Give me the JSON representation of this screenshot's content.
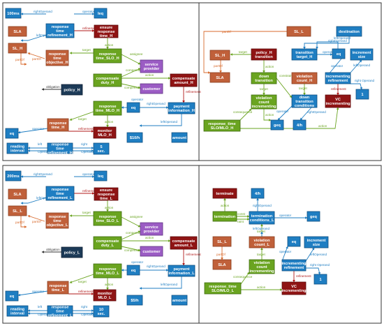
{
  "colors": {
    "brown": "#c0603a",
    "brown_stroke": "#8a3d1f",
    "darkred": "#8f1414",
    "darkred_stroke": "#5c0808",
    "green": "#6aa420",
    "green_stroke": "#3f6b10",
    "blue": "#1f7ec2",
    "blue_stroke": "#0f4f80",
    "purple": "#9b5cc4",
    "purple_stroke": "#5f3283",
    "navy": "#1c3a57",
    "navy_stroke": "#0c1f33",
    "text_light": "#ffffff",
    "orange_edge": "#d86a2c",
    "red_edge": "#b01818",
    "green_edge": "#6aa420",
    "blue_edge": "#1f7ec2",
    "dark_edge": "#333333"
  },
  "panels": [
    {
      "id": "top-left",
      "nodes": [
        {
          "id": "n100ms",
          "lines": [
            "100ms"
          ],
          "color": "blue"
        },
        {
          "id": "leq",
          "lines": [
            "leq"
          ],
          "color": "blue"
        },
        {
          "id": "rt_ref_h",
          "lines": [
            "response",
            "time",
            "refinement_H"
          ],
          "color": "blue"
        },
        {
          "id": "ensure_h",
          "lines": [
            "ensure",
            "response",
            "time_H"
          ],
          "color": "darkred"
        },
        {
          "id": "sla",
          "lines": [
            "SLA"
          ],
          "color": "brown"
        },
        {
          "id": "slh",
          "lines": [
            "SL_H"
          ],
          "color": "brown"
        },
        {
          "id": "rto_h",
          "lines": [
            "response",
            "time",
            "objective_H"
          ],
          "color": "brown"
        },
        {
          "id": "rt_slo_h",
          "lines": [
            "response",
            "time_SLO_H"
          ],
          "color": "green"
        },
        {
          "id": "sp",
          "lines": [
            "service",
            "provider"
          ],
          "color": "purple"
        },
        {
          "id": "cd_h",
          "lines": [
            "compensate",
            "duty_H"
          ],
          "color": "green"
        },
        {
          "id": "ca_h",
          "lines": [
            "compensate",
            "amount_H"
          ],
          "color": "darkred"
        },
        {
          "id": "policy_h",
          "lines": [
            "policy_H"
          ],
          "color": "navy"
        },
        {
          "id": "customer",
          "lines": [
            "customer"
          ],
          "color": "purple"
        },
        {
          "id": "rt_mlo_h",
          "lines": [
            "response",
            "time_MLO_H"
          ],
          "color": "green"
        },
        {
          "id": "eq",
          "lines": [
            "eq"
          ],
          "color": "blue"
        },
        {
          "id": "pay_h",
          "lines": [
            "payment",
            "information_H"
          ],
          "color": "blue"
        },
        {
          "id": "rt_h",
          "lines": [
            "response",
            "time_H"
          ],
          "color": "brown"
        },
        {
          "id": "mon_h",
          "lines": [
            "monitor",
            "MLO_H"
          ],
          "color": "darkred"
        },
        {
          "id": "eq2",
          "lines": [
            "eq"
          ],
          "color": "blue"
        },
        {
          "id": "reading",
          "lines": [
            "reading",
            "interval"
          ],
          "color": "blue"
        },
        {
          "id": "rt_ref2_h",
          "lines": [
            "response",
            "time",
            "refinement_H"
          ],
          "color": "blue"
        },
        {
          "id": "sec5",
          "lines": [
            "5",
            "sec."
          ],
          "color": "blue"
        },
        {
          "id": "n10h",
          "lines": [
            "$10/h"
          ],
          "color": "blue"
        },
        {
          "id": "amount",
          "lines": [
            "amount"
          ],
          "color": "blue"
        }
      ],
      "edges": [
        {
          "label": "rightOperand",
          "color": "blue_edge"
        },
        {
          "label": "operator",
          "color": "blue_edge"
        },
        {
          "label": "refinement",
          "color": "red_edge"
        },
        {
          "label": "leftOperand",
          "color": "blue_edge"
        },
        {
          "label": "action",
          "color": "green_edge"
        },
        {
          "label": "target",
          "color": "green_edge"
        },
        {
          "label": "assignee",
          "color": "green_edge"
        },
        {
          "label": "partOf",
          "color": "orange_edge"
        },
        {
          "label": "partOf",
          "color": "orange_edge"
        },
        {
          "label": "compensatingParty",
          "color": "green_edge"
        },
        {
          "label": "action",
          "color": "green_edge"
        },
        {
          "label": "compensatingParty",
          "color": "green_edge"
        },
        {
          "label": "obligation",
          "color": "dark_edge"
        },
        {
          "label": "refinement",
          "color": "red_edge"
        },
        {
          "label": "target",
          "color": "green_edge"
        },
        {
          "label": "action",
          "color": "green_edge"
        },
        {
          "label": "operator",
          "color": "blue_edge"
        },
        {
          "label": "rightOperand",
          "color": "blue_edge"
        },
        {
          "label": "leftOperand",
          "color": "blue_edge"
        },
        {
          "label": "operator",
          "color": "blue_edge"
        },
        {
          "label": "refinement",
          "color": "red_edge"
        },
        {
          "label": "left",
          "color": "blue_edge"
        },
        {
          "label": "Operand",
          "color": "blue_edge"
        },
        {
          "label": "right",
          "color": "blue_edge"
        },
        {
          "label": "Operand",
          "color": "blue_edge"
        }
      ]
    },
    {
      "id": "top-right",
      "nodes": [
        {
          "id": "sl_l",
          "lines": [
            "SL_L"
          ],
          "color": "brown"
        },
        {
          "id": "destination",
          "lines": [
            "destination"
          ],
          "color": "blue"
        },
        {
          "id": "sl_h",
          "lines": [
            "SL_H"
          ],
          "color": "brown"
        },
        {
          "id": "pol_trans",
          "lines": [
            "policy_H",
            "transition"
          ],
          "color": "darkred"
        },
        {
          "id": "trans_target",
          "lines": [
            "transition",
            "target_H"
          ],
          "color": "blue"
        },
        {
          "id": "eq",
          "lines": [
            "eq"
          ],
          "color": "blue"
        },
        {
          "id": "inc_size",
          "lines": [
            "increment",
            "size"
          ],
          "color": "blue"
        },
        {
          "id": "sla",
          "lines": [
            "SLA"
          ],
          "color": "brown"
        },
        {
          "id": "down_trans",
          "lines": [
            "down",
            "transition"
          ],
          "color": "green"
        },
        {
          "id": "viol_count",
          "lines": [
            "violation",
            "count_H"
          ],
          "color": "brown"
        },
        {
          "id": "inc_ref",
          "lines": [
            "incrementing",
            "refinement"
          ],
          "color": "blue"
        },
        {
          "id": "one",
          "lines": [
            "1"
          ],
          "color": "blue"
        },
        {
          "id": "viol_inc",
          "lines": [
            "violation",
            "count",
            "incrementing"
          ],
          "color": "green"
        },
        {
          "id": "down_cond",
          "lines": [
            "down",
            "transition",
            "conditions"
          ],
          "color": "blue"
        },
        {
          "id": "vc_inc",
          "lines": [
            "VC",
            "incrementing"
          ],
          "color": "darkred"
        },
        {
          "id": "rt_slo_mlo_h",
          "lines": [
            "response_time",
            "SLO/MLO_H"
          ],
          "color": "green"
        },
        {
          "id": "geq",
          "lines": [
            "geq"
          ],
          "color": "blue"
        },
        {
          "id": "fourh",
          "lines": [
            "4/h"
          ],
          "color": "blue"
        }
      ],
      "edges": [
        {
          "label": "partOf",
          "color": "orange_edge"
        },
        {
          "label": "rightOperand",
          "color": "blue_edge"
        },
        {
          "label": "leftOperand",
          "color": "blue_edge"
        },
        {
          "label": "target",
          "color": "green_edge"
        },
        {
          "label": "operator",
          "color": "blue_edge"
        },
        {
          "label": "partOf",
          "color": "orange_edge"
        },
        {
          "label": "action",
          "color": "green_edge"
        },
        {
          "label": "target",
          "color": "green_edge"
        },
        {
          "label": "constraint",
          "color": "green_edge"
        },
        {
          "label": "operator",
          "color": "blue_edge"
        },
        {
          "label": "leftOperand",
          "color": "blue_edge"
        },
        {
          "label": "refinement",
          "color": "red_edge"
        },
        {
          "label": "right Operand",
          "color": "blue_edge"
        },
        {
          "label": "target",
          "color": "green_edge"
        },
        {
          "label": "consequence",
          "color": "green_edge"
        },
        {
          "label": "action",
          "color": "green_edge"
        },
        {
          "label": "operator",
          "color": "blue_edge"
        },
        {
          "label": "rightOperand",
          "color": "blue_edge"
        },
        {
          "label": "action",
          "color": "green_edge"
        }
      ]
    },
    {
      "id": "bottom-left",
      "nodes": [
        {
          "id": "n200ms",
          "lines": [
            "200ms"
          ],
          "color": "blue"
        },
        {
          "id": "leq",
          "lines": [
            "leq"
          ],
          "color": "blue"
        },
        {
          "id": "rt_ref_l",
          "lines": [
            "response",
            "time",
            "refinement_L"
          ],
          "color": "blue"
        },
        {
          "id": "ensure_l",
          "lines": [
            "ensure",
            "response",
            "time_L"
          ],
          "color": "darkred"
        },
        {
          "id": "sla",
          "lines": [
            "SLA"
          ],
          "color": "brown"
        },
        {
          "id": "sl_l",
          "lines": [
            "SL_L"
          ],
          "color": "brown"
        },
        {
          "id": "rto_l",
          "lines": [
            "response",
            "time",
            "objective_L"
          ],
          "color": "brown"
        },
        {
          "id": "rt_slo_l",
          "lines": [
            "response",
            "time_SLO_L"
          ],
          "color": "green"
        },
        {
          "id": "sp",
          "lines": [
            "service",
            "provider"
          ],
          "color": "purple"
        },
        {
          "id": "cd_l",
          "lines": [
            "compensate",
            "duty_L"
          ],
          "color": "green"
        },
        {
          "id": "ca_l",
          "lines": [
            "compensate",
            "amount_L"
          ],
          "color": "darkred"
        },
        {
          "id": "policy_l",
          "lines": [
            "policy_L"
          ],
          "color": "navy"
        },
        {
          "id": "customer",
          "lines": [
            "customer"
          ],
          "color": "purple"
        },
        {
          "id": "rt_mlo_l",
          "lines": [
            "response",
            "time_MLO_L"
          ],
          "color": "green"
        },
        {
          "id": "eq",
          "lines": [
            "eq"
          ],
          "color": "blue"
        },
        {
          "id": "pay_l",
          "lines": [
            "payment",
            "information_L"
          ],
          "color": "blue"
        },
        {
          "id": "rt_l",
          "lines": [
            "response",
            "time_L"
          ],
          "color": "brown"
        },
        {
          "id": "mon_l",
          "lines": [
            "monitor",
            "MLO_L"
          ],
          "color": "darkred"
        },
        {
          "id": "eq2",
          "lines": [
            "eq"
          ],
          "color": "blue"
        },
        {
          "id": "reading",
          "lines": [
            "reading",
            "interval"
          ],
          "color": "blue"
        },
        {
          "id": "rt_ref2_l",
          "lines": [
            "response",
            "time",
            "refinement_L"
          ],
          "color": "blue"
        },
        {
          "id": "sec10",
          "lines": [
            "10",
            "sec."
          ],
          "color": "blue"
        },
        {
          "id": "n5h",
          "lines": [
            "$5/h"
          ],
          "color": "blue"
        },
        {
          "id": "amount",
          "lines": [
            "amount"
          ],
          "color": "blue"
        }
      ],
      "edges": [
        {
          "label": "rightOperand",
          "color": "blue_edge"
        },
        {
          "label": "operator",
          "color": "blue_edge"
        },
        {
          "label": "refinement",
          "color": "red_edge"
        },
        {
          "label": "leftOperand",
          "color": "blue_edge"
        },
        {
          "label": "action",
          "color": "green_edge"
        },
        {
          "label": "target",
          "color": "green_edge"
        },
        {
          "label": "assignee",
          "color": "green_edge"
        },
        {
          "label": "partOf",
          "color": "orange_edge"
        },
        {
          "label": "partOf",
          "color": "orange_edge"
        },
        {
          "label": "compensatedParty",
          "color": "green_edge"
        },
        {
          "label": "action",
          "color": "green_edge"
        },
        {
          "label": "compensatingParty",
          "color": "green_edge"
        },
        {
          "label": "obligation",
          "color": "dark_edge"
        },
        {
          "label": "refinement",
          "color": "red_edge"
        },
        {
          "label": "target",
          "color": "green_edge"
        },
        {
          "label": "action",
          "color": "green_edge"
        },
        {
          "label": "operator",
          "color": "blue_edge"
        },
        {
          "label": "rightOperand",
          "color": "blue_edge"
        },
        {
          "label": "leftOperand",
          "color": "blue_edge"
        },
        {
          "label": "operator",
          "color": "blue_edge"
        },
        {
          "label": "refinement",
          "color": "red_edge"
        },
        {
          "label": "left",
          "color": "blue_edge"
        },
        {
          "label": "Operand",
          "color": "blue_edge"
        },
        {
          "label": "right",
          "color": "blue_edge"
        },
        {
          "label": "Operand",
          "color": "blue_edge"
        }
      ]
    },
    {
      "id": "bottom-right",
      "nodes": [
        {
          "id": "terminate",
          "lines": [
            "terminate"
          ],
          "color": "darkred"
        },
        {
          "id": "fourh",
          "lines": [
            "4/h"
          ],
          "color": "blue"
        },
        {
          "id": "termination",
          "lines": [
            "termination"
          ],
          "color": "green"
        },
        {
          "id": "term_cond",
          "lines": [
            "termination",
            "conditions_L"
          ],
          "color": "blue"
        },
        {
          "id": "geq",
          "lines": [
            "geq"
          ],
          "color": "blue"
        },
        {
          "id": "sl_l",
          "lines": [
            "SL_L"
          ],
          "color": "brown"
        },
        {
          "id": "viol_count",
          "lines": [
            "violation",
            "count_L"
          ],
          "color": "brown"
        },
        {
          "id": "eq",
          "lines": [
            "eq"
          ],
          "color": "blue"
        },
        {
          "id": "inc_size",
          "lines": [
            "increment",
            "size"
          ],
          "color": "blue"
        },
        {
          "id": "sla",
          "lines": [
            "SLA"
          ],
          "color": "brown"
        },
        {
          "id": "viol_inc",
          "lines": [
            "violation",
            "count",
            "incrementing"
          ],
          "color": "green"
        },
        {
          "id": "inc_ref",
          "lines": [
            "incrementing",
            "refinement"
          ],
          "color": "blue"
        },
        {
          "id": "one",
          "lines": [
            "1"
          ],
          "color": "blue"
        },
        {
          "id": "rt_slo_mlo_l",
          "lines": [
            "response_time",
            "SLO/MLO_L"
          ],
          "color": "green"
        },
        {
          "id": "vc_inc",
          "lines": [
            "VC",
            "incrementing"
          ],
          "color": "darkred"
        }
      ],
      "edges": [
        {
          "label": "action",
          "color": "green_edge"
        },
        {
          "label": "rightOperand",
          "color": "blue_edge"
        },
        {
          "label": "const",
          "color": "green_edge"
        },
        {
          "label": "raint",
          "color": "green_edge"
        },
        {
          "label": "operator",
          "color": "blue_edge"
        },
        {
          "label": "target",
          "color": "green_edge"
        },
        {
          "label": "leftOperand",
          "color": "blue_edge"
        },
        {
          "label": "partOf",
          "color": "orange_edge"
        },
        {
          "label": "target",
          "color": "green_edge"
        },
        {
          "label": "operator",
          "color": "blue_edge"
        },
        {
          "label": "leftOperand",
          "color": "blue_edge"
        },
        {
          "label": "refinement",
          "color": "red_edge"
        },
        {
          "label": "right Operand",
          "color": "blue_edge"
        },
        {
          "label": "consequence",
          "color": "green_edge"
        },
        {
          "label": "action",
          "color": "green_edge"
        }
      ]
    }
  ]
}
